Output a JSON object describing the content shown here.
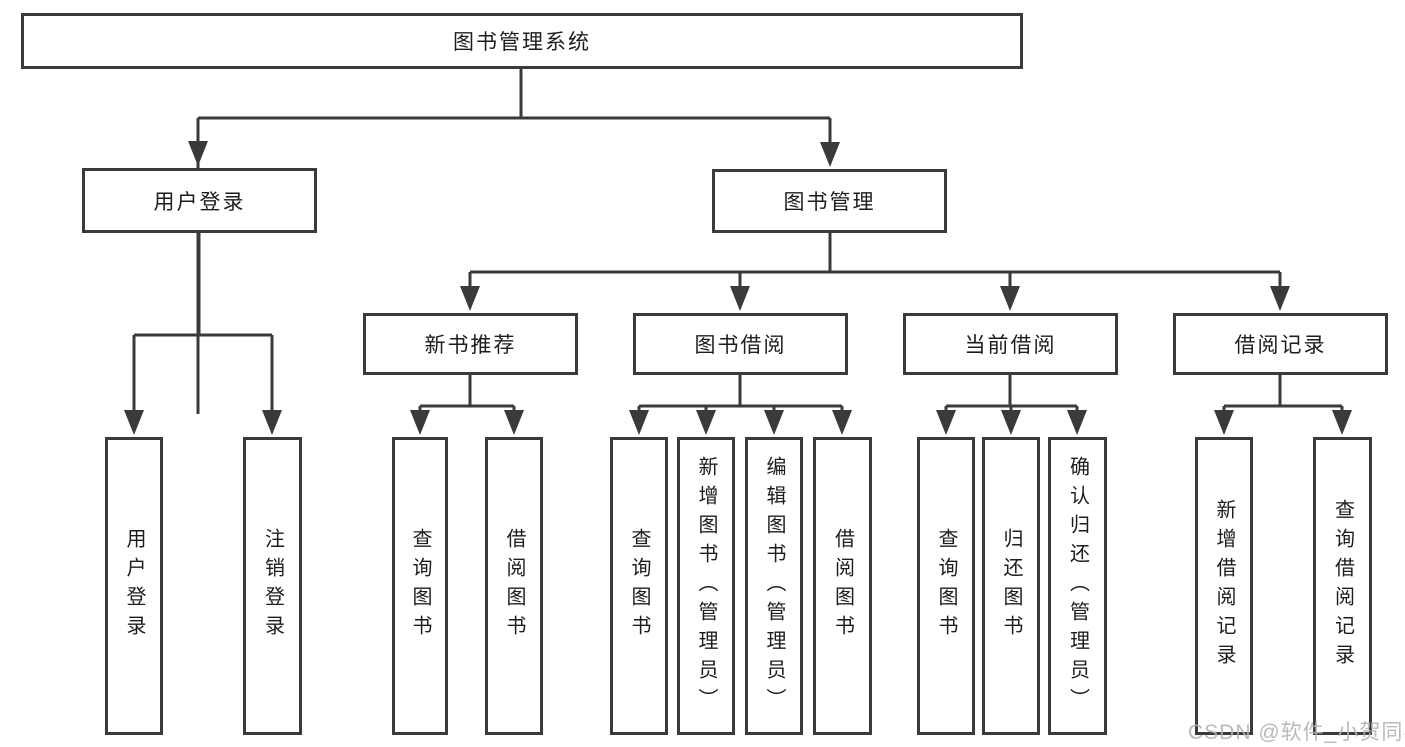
{
  "diagram": {
    "type": "hierarchy-tree",
    "colors": {
      "line": "#3a3a3a",
      "box_border": "#3a3a3a",
      "box_fill": "#ffffff",
      "text": "#1d1d1d",
      "watermark_text": "#b3b3b3",
      "background": "#ffffff"
    },
    "watermark": "CSDN @软件_小贺同学",
    "tree": {
      "root": {
        "label": "图书管理系统"
      },
      "user_login": {
        "label": "用户登录",
        "children": {
          "login": {
            "label": "用户登录"
          },
          "logout": {
            "label": "注销登录"
          }
        }
      },
      "book_mgmt": {
        "label": "图书管理",
        "children": {
          "new_book_rec": {
            "label": "新书推荐",
            "children": {
              "query": {
                "label": "查询图书"
              },
              "borrow": {
                "label": "借阅图书"
              }
            }
          },
          "book_borrow": {
            "label": "图书借阅",
            "children": {
              "query": {
                "label": "查询图书"
              },
              "add": {
                "label": "新增图书（管理员）"
              },
              "edit": {
                "label": "编辑图书（管理员）"
              },
              "borrow": {
                "label": "借阅图书"
              }
            }
          },
          "current_borrow": {
            "label": "当前借阅",
            "children": {
              "query": {
                "label": "查询图书"
              },
              "return": {
                "label": "归还图书"
              },
              "confirm": {
                "label": "确认归还（管理员）"
              }
            }
          },
          "borrow_record": {
            "label": "借阅记录",
            "children": {
              "add": {
                "label": "新增借阅记录"
              },
              "query": {
                "label": "查询借阅记录"
              }
            }
          }
        }
      }
    }
  }
}
